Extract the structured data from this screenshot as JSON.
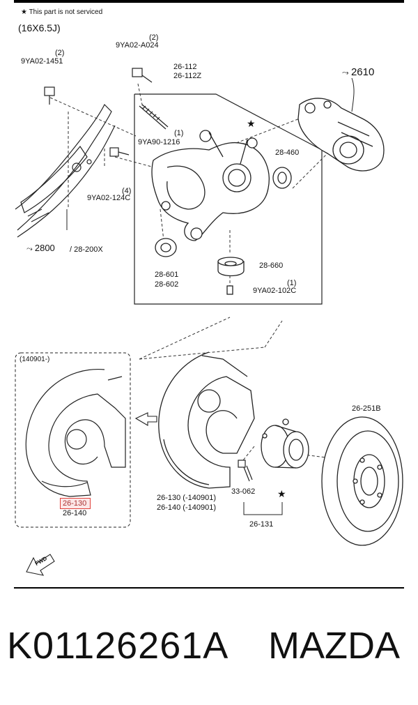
{
  "header": {
    "star_note": "This part is not serviced",
    "size_note": "(16X6.5J)"
  },
  "labels": {
    "qty_2_a": "(2)",
    "bolt_9ya02_a024": "9YA02-A024",
    "qty_2_b": "(2)",
    "bolt_9ya02_1451": "9YA02-1451",
    "knuckle_26_112": "26-112",
    "knuckle_26_112z": "26-112Z",
    "caliper_2610": "2610",
    "qty_1_a": "(1)",
    "stud_9ya90_1216": "9YA90-1216",
    "bush_28_460": "28-460",
    "qty_4": "(4)",
    "bolt_9ya02_124c": "9YA02-124C",
    "arm_2800": "2800",
    "arm_28_200x": "/ 28-200X",
    "bush_28_601": "28-601",
    "bush_28_602": "28-602",
    "bush_28_660": "28-660",
    "qty_1_b": "(1)",
    "bolt_9ya02_102c": "9YA02-102C",
    "date_140901": "(140901-)",
    "plate_26_130_hl": "26-130",
    "plate_26_140_left": "26-140",
    "plate_26_130_mid": "26-130  (-140901)",
    "plate_26_140_mid": "26-140  (-140901)",
    "bolt_33_062": "33-062",
    "hub_26_131": "26-131",
    "disc_26_251b": "26-251B",
    "fwd": "FWD"
  },
  "footer": {
    "part_number": "K01126261A",
    "brand": "MAZDA"
  }
}
